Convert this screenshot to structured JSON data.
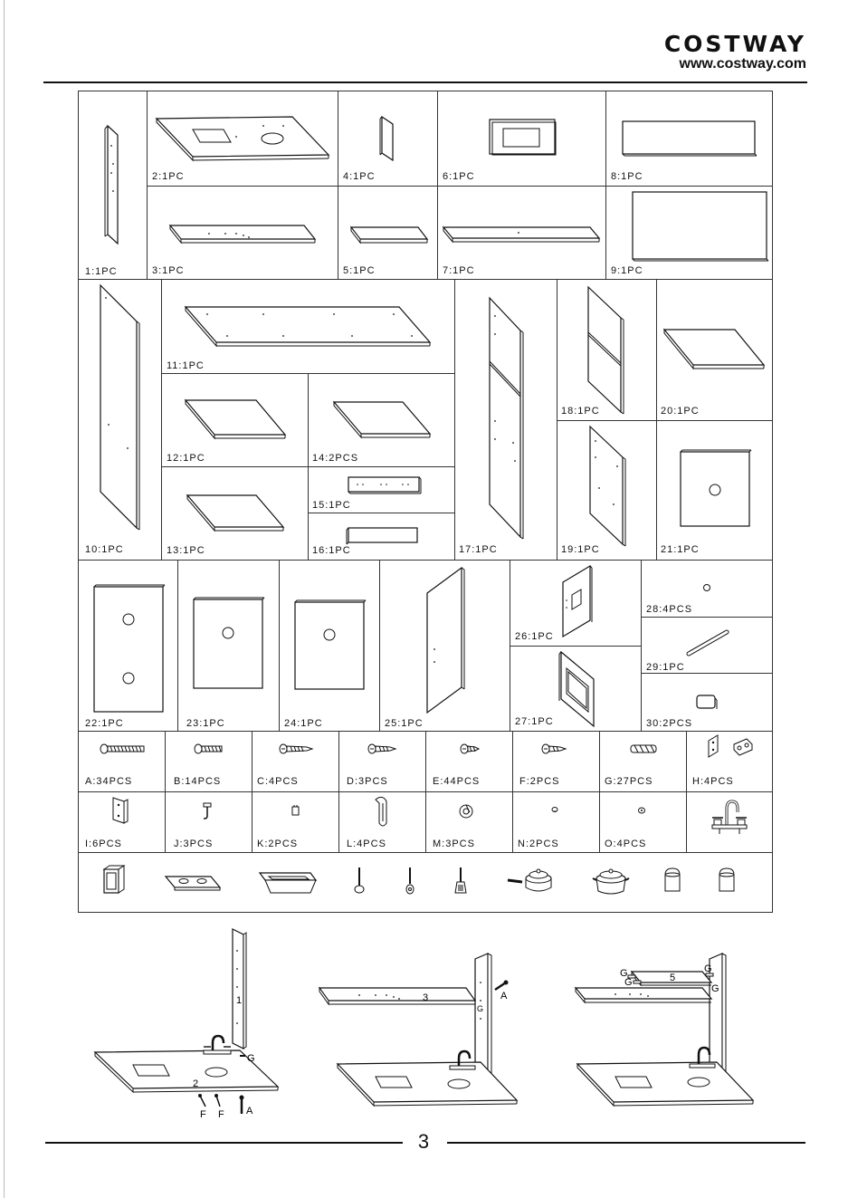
{
  "brand": {
    "name": "COSTWAY",
    "url": "www.costway.com"
  },
  "page_number": "3",
  "parts": [
    {
      "key": "p1",
      "label": "1:1PC"
    },
    {
      "key": "p2",
      "label": "2:1PC"
    },
    {
      "key": "p3",
      "label": "3:1PC"
    },
    {
      "key": "p4",
      "label": "4:1PC"
    },
    {
      "key": "p5",
      "label": "5:1PC"
    },
    {
      "key": "p6",
      "label": "6:1PC"
    },
    {
      "key": "p7",
      "label": "7:1PC"
    },
    {
      "key": "p8",
      "label": "8:1PC"
    },
    {
      "key": "p9",
      "label": "9:1PC"
    },
    {
      "key": "p10",
      "label": "10:1PC"
    },
    {
      "key": "p11",
      "label": "11:1PC"
    },
    {
      "key": "p12",
      "label": "12:1PC"
    },
    {
      "key": "p13",
      "label": "13:1PC"
    },
    {
      "key": "p14",
      "label": "14:2PCS"
    },
    {
      "key": "p15",
      "label": "15:1PC"
    },
    {
      "key": "p16",
      "label": "16:1PC"
    },
    {
      "key": "p17",
      "label": "17:1PC"
    },
    {
      "key": "p18",
      "label": "18:1PC"
    },
    {
      "key": "p19",
      "label": "19:1PC"
    },
    {
      "key": "p20",
      "label": "20:1PC"
    },
    {
      "key": "p21",
      "label": "21:1PC"
    },
    {
      "key": "p22",
      "label": "22:1PC"
    },
    {
      "key": "p23",
      "label": "23:1PC"
    },
    {
      "key": "p24",
      "label": "24:1PC"
    },
    {
      "key": "p25",
      "label": "25:1PC"
    },
    {
      "key": "p26",
      "label": "26:1PC"
    },
    {
      "key": "p27",
      "label": "27:1PC"
    },
    {
      "key": "p28",
      "label": "28:4PCS"
    },
    {
      "key": "p29",
      "label": "29:1PC"
    },
    {
      "key": "p30",
      "label": "30:2PCS"
    }
  ],
  "hardware": [
    {
      "key": "A",
      "label": "A:34PCS"
    },
    {
      "key": "B",
      "label": "B:14PCS"
    },
    {
      "key": "C",
      "label": "C:4PCS"
    },
    {
      "key": "D",
      "label": "D:3PCS"
    },
    {
      "key": "E",
      "label": "E:44PCS"
    },
    {
      "key": "F",
      "label": "F:2PCS"
    },
    {
      "key": "G",
      "label": "G:27PCS"
    },
    {
      "key": "H",
      "label": "H:4PCS"
    },
    {
      "key": "I",
      "label": "I:6PCS"
    },
    {
      "key": "J",
      "label": "J:3PCS"
    },
    {
      "key": "K",
      "label": "K:2PCS"
    },
    {
      "key": "L",
      "label": "L:4PCS"
    },
    {
      "key": "M",
      "label": "M:3PCS"
    },
    {
      "key": "N",
      "label": "N:2PCS"
    },
    {
      "key": "O",
      "label": "O:4PCS"
    }
  ],
  "accessories_icons": [
    "drawer-box-icon",
    "cooktop-icon",
    "sink-basin-icon",
    "ladle-icon",
    "spatula-icon",
    "turner-icon",
    "frying-pan-icon",
    "cooking-pot-icon",
    "salt-shaker-icon",
    "pepper-shaker-icon"
  ],
  "steps": {
    "step1": {
      "board_1": "1",
      "board_2": "2",
      "screw_g": "G",
      "screw_f1": "F",
      "screw_f2": "F",
      "screw_a": "A"
    },
    "step2": {
      "board_3": "3",
      "screw_g": "G",
      "screw_a": "A"
    },
    "step3": {
      "board_5": "5",
      "screw_g1": "G",
      "screw_g2": "G",
      "screw_g3": "G",
      "screw_g4": "G"
    }
  }
}
